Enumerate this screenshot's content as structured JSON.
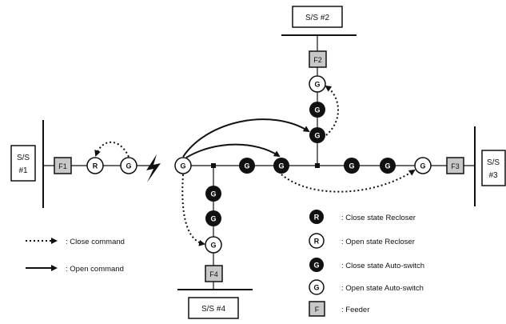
{
  "substations": {
    "ss1": "S/S\n#1",
    "ss2": "S/S #2",
    "ss3": "S/S\n#3",
    "ss4": "S/S #4"
  },
  "feeders": {
    "f1": "F1",
    "f2": "F2",
    "f3": "F3",
    "f4": "F4"
  },
  "node_letters": {
    "recloser": "R",
    "switch": "G"
  },
  "legend": {
    "close_command": ": Close command",
    "open_command": ": Open command",
    "close_recloser": ": Close state Recloser",
    "open_recloser": ": Open state Recloser",
    "close_switch": ": Close state Auto-switch",
    "open_switch": ": Open state Auto-switch",
    "feeder": ": Feeder",
    "feeder_symbol": "F"
  },
  "colors": {
    "closed_fill": "#111111",
    "open_fill": "#ffffff",
    "feeder_fill": "#c8c8c8"
  }
}
